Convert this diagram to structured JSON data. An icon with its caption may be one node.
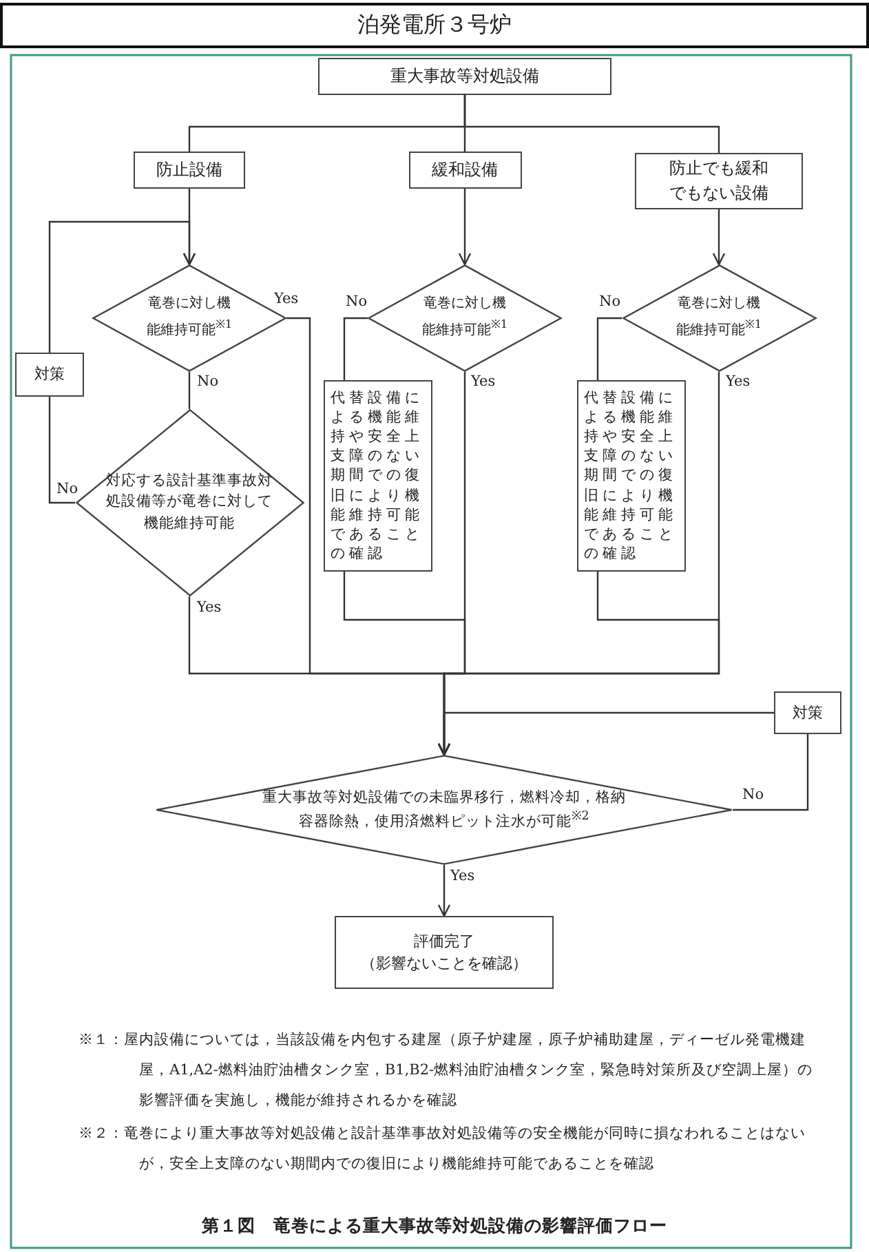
{
  "diagram": {
    "title": "泊発電所３号炉",
    "caption": "第１図　竜巻による重大事故等対処設備の影響評価フロー",
    "nodes": [
      {
        "text": [
          "重大事故等対処設備"
        ]
      },
      {
        "text": [
          "防止設備"
        ]
      },
      {
        "text": [
          "緩和設備"
        ]
      },
      {
        "text": [
          "防止でも緩和でもない設備"
        ]
      },
      {
        "text": [
          "竜巻に対し機能維持可能$^{※1}$"
        ]
      },
      {
        "text": [
          "竜巻に対し機能維持可能$^{※1}$"
        ]
      },
      {
        "text": [
          "竜巻に対し機能維持可能$^{※1}$"
        ]
      },
      {
        "text": [
          "対策"
        ]
      },
      {
        "text": [
          "対応する設計基準事故対処設備等が竜巻に対して機能維持可能"
        ]
      },
      {
        "text": [
          "代替設備による機能維持や安全上支障のない期間での復旧により機能維持可能であることの確認"
        ]
      },
      {
        "text": [
          "代替設備による機能維持や安全上支障のない期間での復旧により機能維持可能であることの確認"
        ]
      },
      {
        "text": [
          "重大事故等対処設備での未臨界移行，燃料冷却，格納容器除熱，使用済燃料ピット注水が可能$^{※2}$"
        ]
      },
      {
        "text": [
          "対策"
        ]
      },
      {
        "text": [
          "評価完了",
          "（影響ないことを確認）"
        ]
      }
    ],
    "edges": [
      {
        "from": 0,
        "to": 1,
        "arrow": "none"
      },
      {
        "from": 0,
        "to": 2,
        "arrow": "none"
      },
      {
        "from": 0,
        "to": 3,
        "arrow": "none"
      },
      {
        "from": 1,
        "to": 4,
        "arrow": "to"
      },
      {
        "from": 2,
        "to": 5,
        "arrow": "to"
      },
      {
        "from": 3,
        "to": 6,
        "arrow": "to"
      },
      {
        "from": 4,
        "to": 8,
        "arrow": "none",
        "label": "No"
      },
      {
        "from": 8,
        "to": 7,
        "arrow": "none",
        "label": "No"
      },
      {
        "from": 7,
        "to": 4,
        "arrow": "to"
      },
      {
        "from": 4,
        "to": 11,
        "arrow": "to",
        "label": "Yes"
      },
      {
        "from": 8,
        "to": 11,
        "arrow": "to",
        "label": "Yes"
      },
      {
        "from": 5,
        "to": 9,
        "arrow": "none",
        "label": "No"
      },
      {
        "from": 5,
        "to": 11,
        "arrow": "to",
        "label": "Yes"
      },
      {
        "from": 9,
        "to": 11,
        "arrow": "to"
      },
      {
        "from": 6,
        "to": 10,
        "arrow": "none",
        "label": "No"
      },
      {
        "from": 6,
        "to": 11,
        "arrow": "to",
        "label": "Yes"
      },
      {
        "from": 10,
        "to": 11,
        "arrow": "to"
      },
      {
        "from": 11,
        "to": 12,
        "arrow": "none",
        "label": "No"
      },
      {
        "from": 12,
        "to": 11,
        "arrow": "to"
      },
      {
        "from": 11,
        "to": 13,
        "arrow": "to",
        "label": "Yes"
      }
    ],
    "labels": [
      "※１：屋内設備については，当該設備を内包する建屋（原子炉建屋，原子炉補助建屋，ディーゼル発電機建屋，A1,A2-燃料油貯油槽タンク室，B1,B2-燃料油貯油槽タンク室，緊急時対策所及び空調上屋）の影響評価を実施し，機能が維持されるかを確認",
      "※２：竜巻により重大事故等対処設備と設計基準事故対処設備等の安全機能が同時に損なわれることはないが，安全上支障のない期間内での復旧により機能維持可能であることを確認"
    ]
  }
}
